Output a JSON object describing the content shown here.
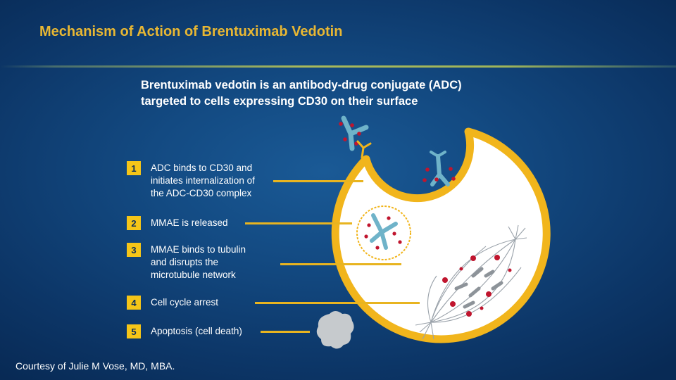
{
  "title": "Mechanism of Action of Brentuximab Vedotin",
  "subtitle": {
    "line1": "Brentuximab vedotin is an antibody-drug conjugate (ADC)",
    "line2": "targeted to cells expressing CD30 on their surface"
  },
  "steps": [
    {
      "number": "1",
      "lines": [
        "ADC binds to CD30 and",
        "initiates internalization of",
        "the ADC-CD30 complex"
      ]
    },
    {
      "number": "2",
      "lines": [
        "MMAE is released"
      ]
    },
    {
      "number": "3",
      "lines": [
        "MMAE binds to tubulin",
        "and disrupts the",
        "microtubule network"
      ]
    },
    {
      "number": "4",
      "lines": [
        "Cell cycle arrest"
      ]
    },
    {
      "number": "5",
      "lines": [
        "Apoptosis (cell death)"
      ]
    }
  ],
  "credit": "Courtesy of Julie M Vose, MD, MBA.",
  "colors": {
    "accent": "#f5c518",
    "title": "#e8b733",
    "cell_membrane": "#f1b51c",
    "antibody": "#6fb3c9",
    "drug_dot": "#c0152e",
    "background": "#134a82"
  }
}
